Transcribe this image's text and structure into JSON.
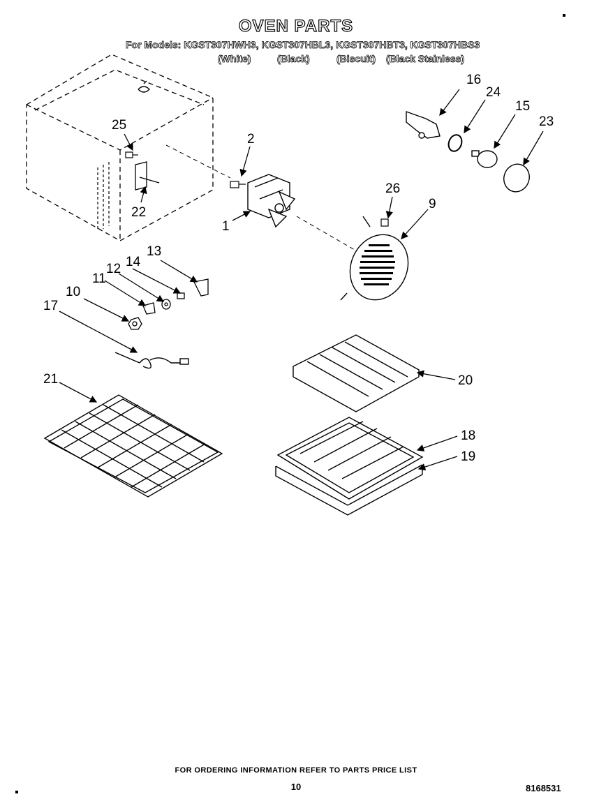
{
  "header": {
    "title": "OVEN PARTS",
    "models": "For Models: KGST307HWH3, KGST307HBL3, KGST307HBT3, KGST307HBS3",
    "colors": [
      "(White)",
      "(Black)",
      "(Biscuit)",
      "(Black Stainless)"
    ]
  },
  "callouts": [
    "1",
    "2",
    "9",
    "10",
    "11",
    "12",
    "13",
    "14",
    "15",
    "16",
    "17",
    "18",
    "19",
    "20",
    "21",
    "22",
    "23",
    "24",
    "25",
    "26"
  ],
  "footer": {
    "ordering": "FOR ORDERING INFORMATION REFER TO PARTS PRICE LIST",
    "page": "10",
    "doc_number": "8168531"
  }
}
